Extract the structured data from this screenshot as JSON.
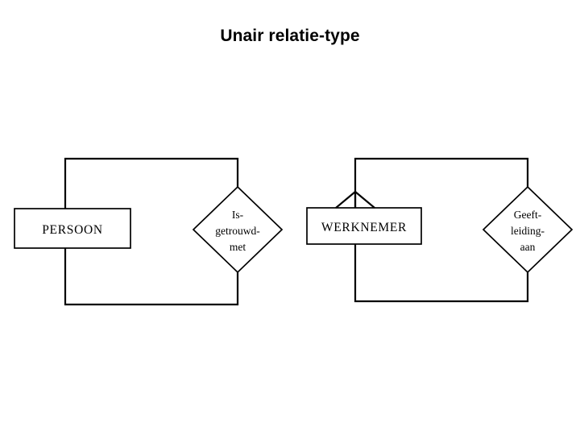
{
  "slide": {
    "title": "Unair relatie-type",
    "background_color": "#ffffff",
    "ink_color": "#000000"
  },
  "diagrams": [
    {
      "name": "persoon-is-getrouwd-met",
      "entity": {
        "label": "PERSOON",
        "shape": "rectangle"
      },
      "relationship": {
        "shape": "diamond",
        "label_lines": [
          "Is-",
          "getrouwd-",
          "met"
        ]
      },
      "cardinality_marker": "none"
    },
    {
      "name": "werknemer-geeft-leiding-aan",
      "entity": {
        "label": "WERKNEMER",
        "shape": "rectangle"
      },
      "relationship": {
        "shape": "diamond",
        "label_lines": [
          "Geeft-",
          "leiding-",
          "aan"
        ]
      },
      "cardinality_marker": "crows-foot"
    }
  ]
}
